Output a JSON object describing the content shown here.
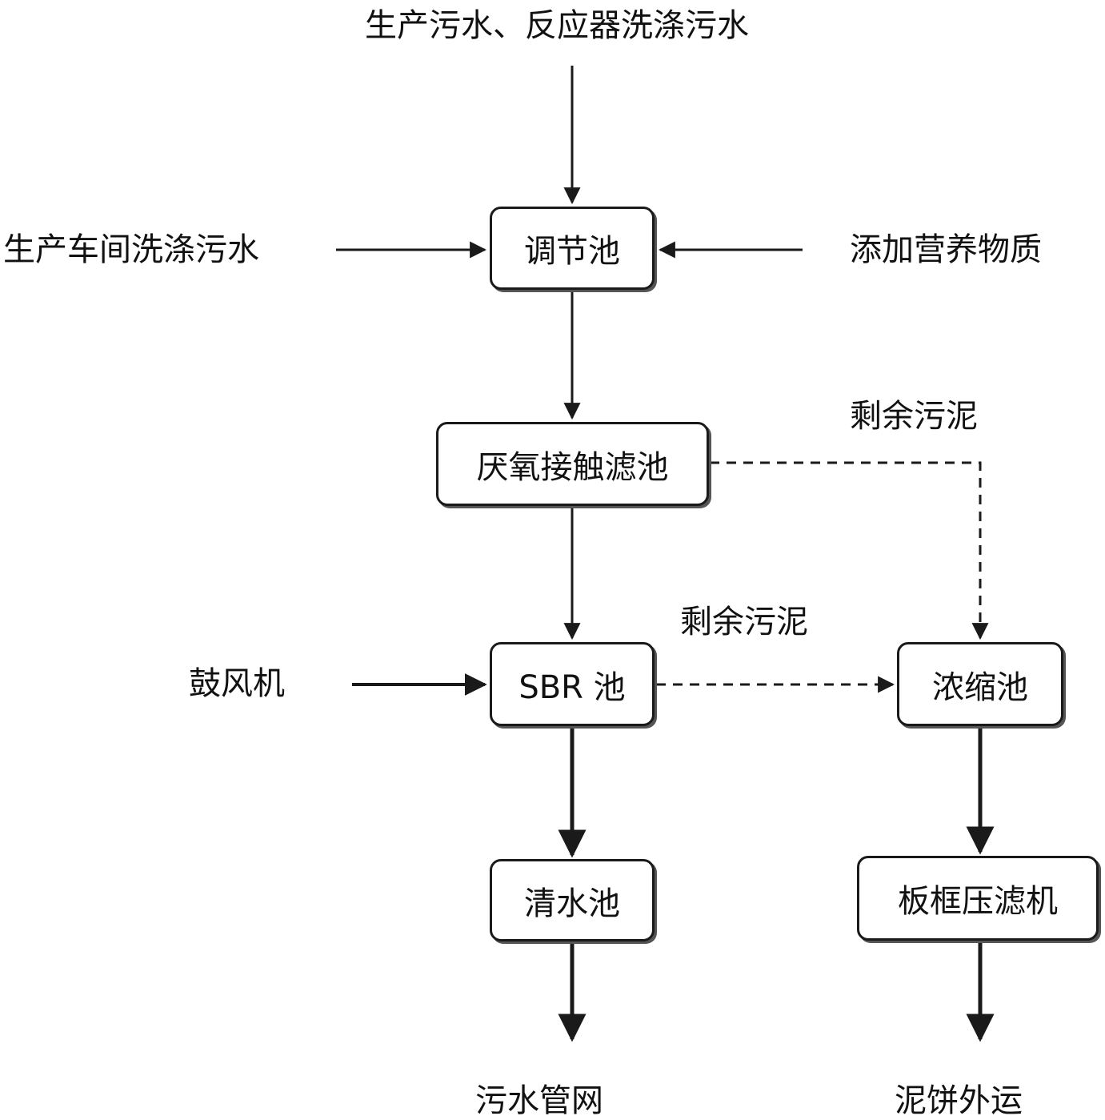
{
  "labels": {
    "top_input": "生产污水、反应器洗涤污水",
    "left_input": "生产车间洗涤污水",
    "right_input": "添加营养物质",
    "sludge_1": "剩余污泥",
    "sludge_2": "剩余污泥",
    "blower": "鼓风机",
    "out_left": "污水管网",
    "out_right": "泥饼外运"
  },
  "boxes": {
    "tiaojie": "调节池",
    "yanyang": "厌氧接触滤池",
    "sbr": "SBR 池",
    "nongsuo": "浓缩池",
    "qingshui": "清水池",
    "banku": "板框压滤机"
  },
  "colors": {
    "line": "#1a1a1a",
    "shadow": "#555555",
    "background": "#ffffff"
  }
}
